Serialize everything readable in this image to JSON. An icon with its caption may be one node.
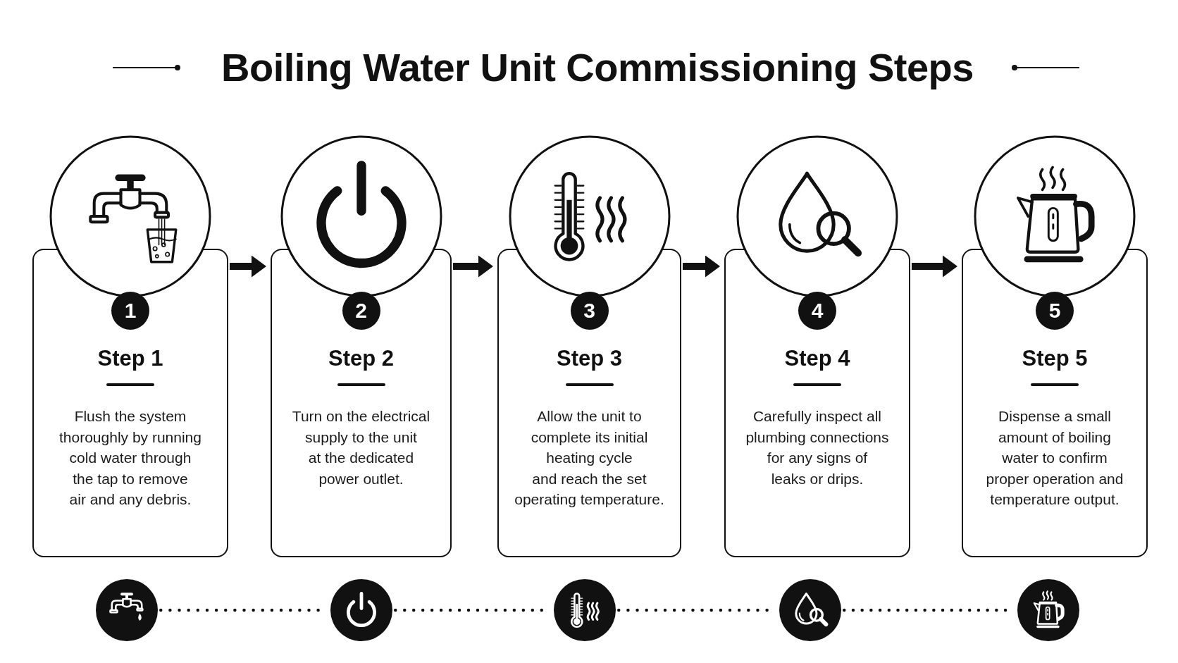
{
  "diagram": {
    "title": "Boiling Water Unit Commissioning Steps",
    "nodes": [
      {
        "text": [
          "Step 1",
          "Flush the system thoroughly by running cold water through the tap to remove air and any debris."
        ]
      },
      {
        "text": [
          "1"
        ],
        "in": 0
      },
      {
        "text": [
          "Step 2",
          "Turn on the electrical supply to the unit at the dedicated power outlet."
        ]
      },
      {
        "text": [
          "2"
        ],
        "in": 2
      },
      {
        "text": [
          "Step 3",
          "Allow the unit to complete its initial heating cycle and reach the set operating temperature."
        ]
      },
      {
        "text": [
          "3"
        ],
        "in": 4
      },
      {
        "text": [
          "Step 4",
          "Carefully inspect all plumbing connections for any signs of leaks or drips."
        ]
      },
      {
        "text": [
          "4"
        ],
        "in": 6
      },
      {
        "text": [
          "Step 5",
          "Dispense a small amount of boiling water to confirm proper operation and temperature output."
        ]
      },
      {
        "text": [
          "5"
        ],
        "in": 8
      },
      {
        "text": [],
        "shape": "circle"
      },
      {
        "text": [],
        "shape": "circle"
      },
      {
        "text": [],
        "shape": "circle"
      },
      {
        "text": [],
        "shape": "circle"
      },
      {
        "text": [],
        "shape": "circle"
      }
    ],
    "edges": [
      {
        "from": 0,
        "to": 2,
        "arrow": "to"
      },
      {
        "from": 2,
        "to": 4,
        "arrow": "to"
      },
      {
        "from": 4,
        "to": 6,
        "arrow": "to"
      },
      {
        "from": 6,
        "to": 8,
        "arrow": "to"
      },
      {
        "from": 10,
        "to": 11,
        "arrow": "none",
        "style": "dashed"
      },
      {
        "from": 11,
        "to": 12,
        "arrow": "none",
        "style": "dashed"
      },
      {
        "from": 12,
        "to": 13,
        "arrow": "none",
        "style": "dashed"
      },
      {
        "from": 13,
        "to": 14,
        "arrow": "none",
        "style": "dashed"
      }
    ]
  }
}
